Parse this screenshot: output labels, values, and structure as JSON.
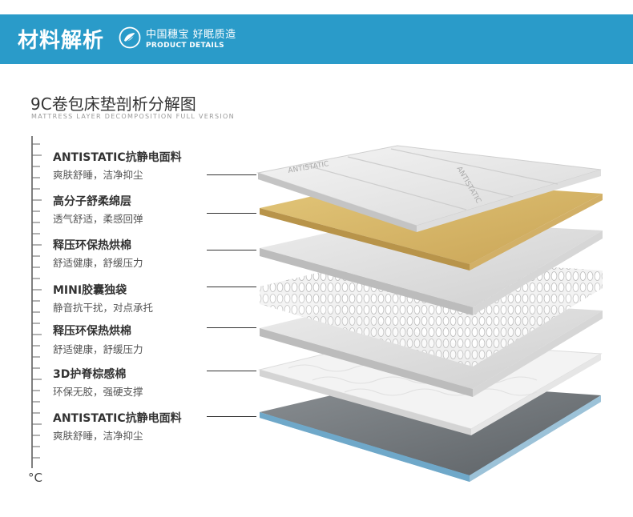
{
  "banner": {
    "title": "材料解析",
    "logo_icon": "leaf-circle-icon",
    "brand_cn": "中国穗宝 好眠质造",
    "brand_en": "PRODUCT DETAILS",
    "color": "#2a9bc9"
  },
  "section": {
    "title": "9C卷包床垫剖析分解图",
    "subtitle": "MATTRESS LAYER DECOMPOSITION FULL VERSION"
  },
  "layers": [
    {
      "title": "ANTISTATIC抗静电面料",
      "desc": "爽肤舒睡，洁净抑尘"
    },
    {
      "title": "高分子舒柔绵层",
      "desc": "透气舒适，柔感回弹"
    },
    {
      "title": "释压环保热烘棉",
      "desc": "舒适健康，舒缓压力"
    },
    {
      "title": "MINI胶囊独袋",
      "desc": "静音抗干扰，对点承托"
    },
    {
      "title": "释压环保热烘棉",
      "desc": "舒适健康，舒缓压力"
    },
    {
      "title": "3D护脊棕感棉",
      "desc": "环保无胶，强硬支撑"
    },
    {
      "title": "ANTISTATIC抗静电面料",
      "desc": "爽肤舒睡，洁净抑尘"
    }
  ],
  "scale_unit": "°C",
  "fabric_print": "ANTISTATIC",
  "colors": {
    "gold_layer": "#d8b865",
    "base_edge": "#6fa8c9"
  }
}
